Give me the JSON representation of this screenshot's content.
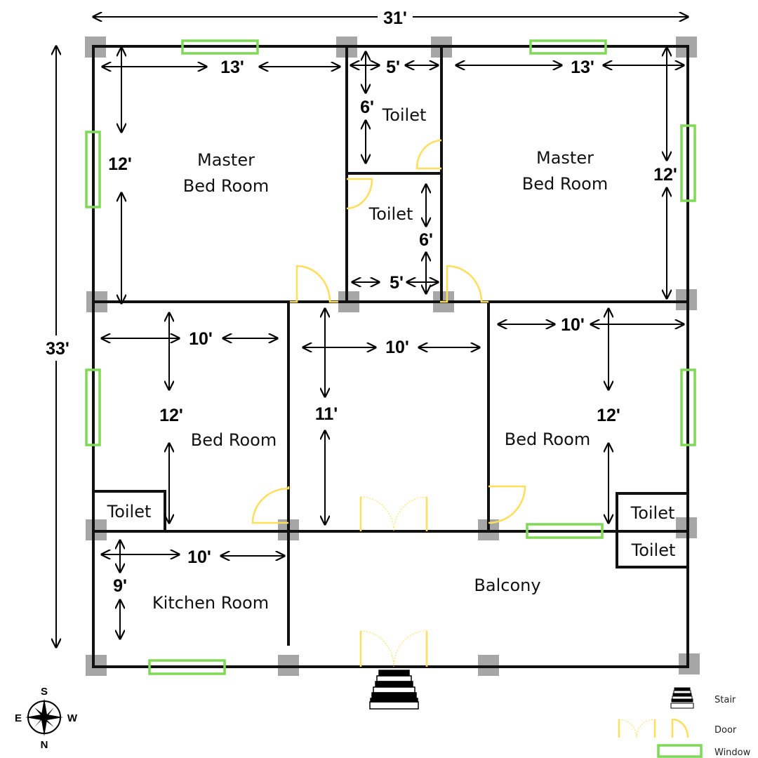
{
  "rooms": {
    "master_left_1": "Master",
    "master_left_2": "Bed Room",
    "master_right_1": "Master",
    "master_right_2": "Bed Room",
    "toilet_upper": "Toilet",
    "toilet_lower": "Toilet",
    "bed_left": "Bed Room",
    "bed_right": "Bed Room",
    "toilet_left": "Toilet",
    "toilet_right_1": "Toilet",
    "toilet_right_2": "Toilet",
    "kitchen": "Kitchen Room",
    "balcony": "Balcony"
  },
  "dims": {
    "total_width": "31'",
    "total_depth": "33'",
    "ml_w": "13'",
    "ml_h": "12'",
    "t_w1": "5'",
    "t_h1": "6'",
    "t_w2": "5'",
    "t_h2": "6'",
    "mr_w": "13'",
    "mr_h": "12'",
    "bl_w": "10'",
    "bl_h": "12'",
    "hall_w": "10'",
    "hall_h": "11'",
    "br_w": "10'",
    "br_h": "12'",
    "k_w": "10'",
    "k_h": "9'"
  },
  "compass": {
    "s": "S",
    "e": "E",
    "w": "W",
    "n": "N"
  },
  "legend": {
    "stair": "Stair",
    "door": "Door",
    "window": "Window"
  },
  "colors": {
    "wall": "#111111",
    "column": "#a6a6a6",
    "window": "#7ed957",
    "door": "#ffde59"
  }
}
